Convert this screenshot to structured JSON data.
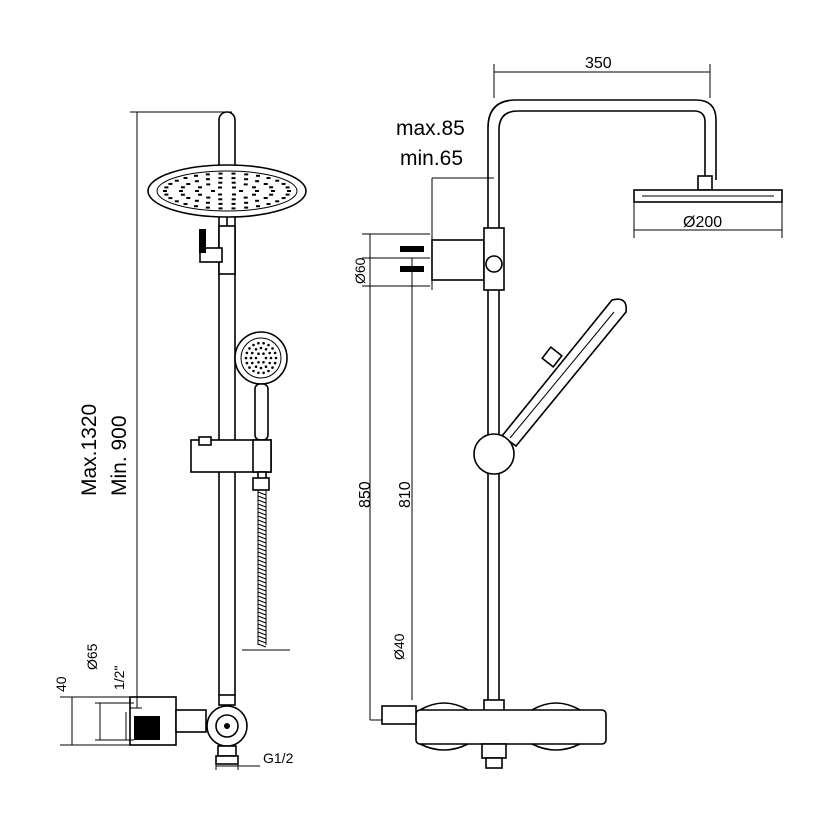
{
  "front_view": {
    "height_max": "Max.1320",
    "height_min": "Min.  900",
    "dim_40": "40",
    "dim_65": "Ø65",
    "dim_half_inch": "1/2\"",
    "dim_g12": "G1/2"
  },
  "side_view": {
    "dim_350": "350",
    "dim_max85": "max.85",
    "dim_min65": "min.65",
    "dim_60": "Ø60",
    "dim_200": "Ø200",
    "dim_850": "850",
    "dim_810": "810",
    "dim_40": "Ø40"
  },
  "colors": {
    "line": "#000000",
    "background": "#ffffff"
  }
}
